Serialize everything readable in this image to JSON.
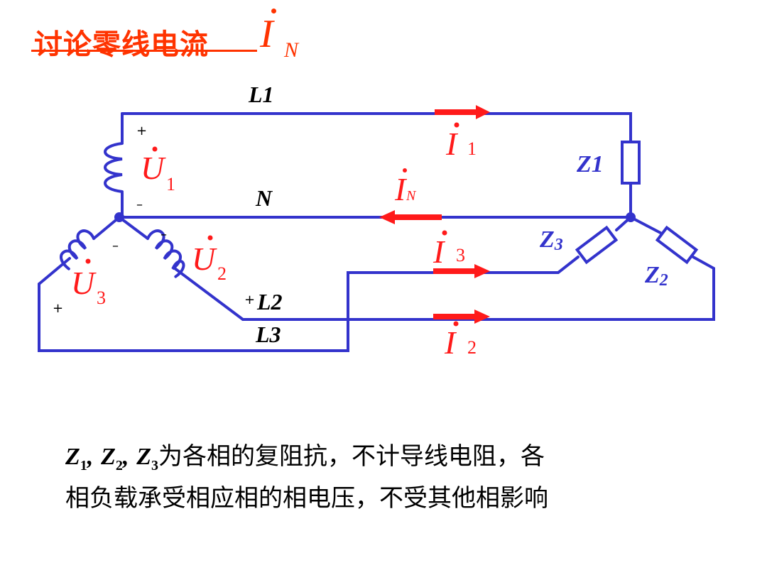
{
  "title": {
    "text": "讨论零线电流",
    "symbol": "I",
    "symbol_sub": "N"
  },
  "lines": {
    "l1": "L1",
    "n": "N",
    "l2": "L2",
    "l3": "L3"
  },
  "impedances": {
    "z1": "Z1",
    "z2": "Z",
    "z2_sub": "2",
    "z3": "Z",
    "z3_sub": "3"
  },
  "sources": {
    "u1": {
      "symbol": "U",
      "sub": "1"
    },
    "u2": {
      "symbol": "U",
      "sub": "2"
    },
    "u3": {
      "symbol": "U",
      "sub": "3"
    }
  },
  "currents": {
    "i1": {
      "symbol": "I",
      "sub": "1"
    },
    "i2": {
      "symbol": "I",
      "sub": "2"
    },
    "i3": {
      "symbol": "I",
      "sub": "3"
    },
    "in": {
      "symbol": "I",
      "sub": "N"
    }
  },
  "signs": {
    "plus": "+",
    "minus": "–"
  },
  "description": {
    "z": "Z",
    "sub1": "1",
    "sub2": "2",
    "sub3": "3",
    "sep": ",",
    "line1_text": "为各相的复阻抗，不计导线电阻，各",
    "line2_text": "相负载承受相应相的相电压，不受其他相影响"
  },
  "colors": {
    "wire": "#3333cc",
    "accent": "#ff1a1a",
    "title": "#ff3300"
  }
}
